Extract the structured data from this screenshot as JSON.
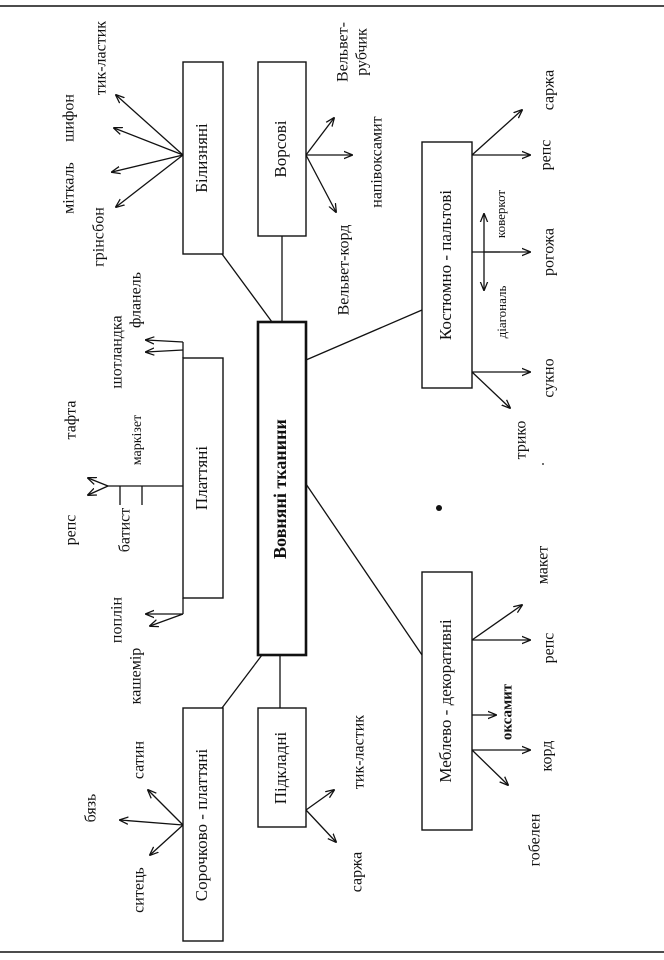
{
  "root": {
    "label": "Вовняні тканини"
  },
  "groups": {
    "bilyzniani": {
      "label": "Білизняні",
      "items": {
        "tyk_lastyk": "тик-ластик",
        "shyfon": "шифон",
        "mitkal": "міткаль",
        "grinsbon": "грінсбон"
      }
    },
    "vorsovi": {
      "label": "Ворсові",
      "items": {
        "velvet_rubchyk": "Вельвет-рубчик",
        "napivoksamyt": "напівоксамит",
        "velvet_kord": "Вельвет-корд"
      }
    },
    "plattiani": {
      "label": "Платтяні",
      "items": {
        "flanel": "фланель",
        "shotlandka": "шотландка",
        "markizet": "маркізет",
        "tafta": "тафта",
        "batyst": "батист",
        "reps": "репс",
        "poplin": "поплін",
        "kashemir": "кашемір"
      }
    },
    "kostiumno": {
      "label": "Костюмно - пальтові",
      "items": {
        "sarzha": "саржа",
        "reps": "репс",
        "koverkot": "коверкот",
        "rogozha": "рогожа",
        "diagonal": "діагональ",
        "sukno": "сукно",
        "tryko": "трико"
      }
    },
    "sorochkovo": {
      "label": "Сорочково - платтяні",
      "items": {
        "satyn": "сатин",
        "biaz": "бязь",
        "sytets": "ситець"
      }
    },
    "pidkladni": {
      "label": "Підкладні",
      "items": {
        "tyk_lastyk": "тик-ластик",
        "sarzha": "саржа"
      }
    },
    "meblevo": {
      "label": "Меблево - декоративні",
      "items": {
        "maket": "макет",
        "reps": "репс",
        "oksamyt": "оксамит",
        "kord": "корд",
        "gobelen": "гобелен"
      }
    }
  }
}
